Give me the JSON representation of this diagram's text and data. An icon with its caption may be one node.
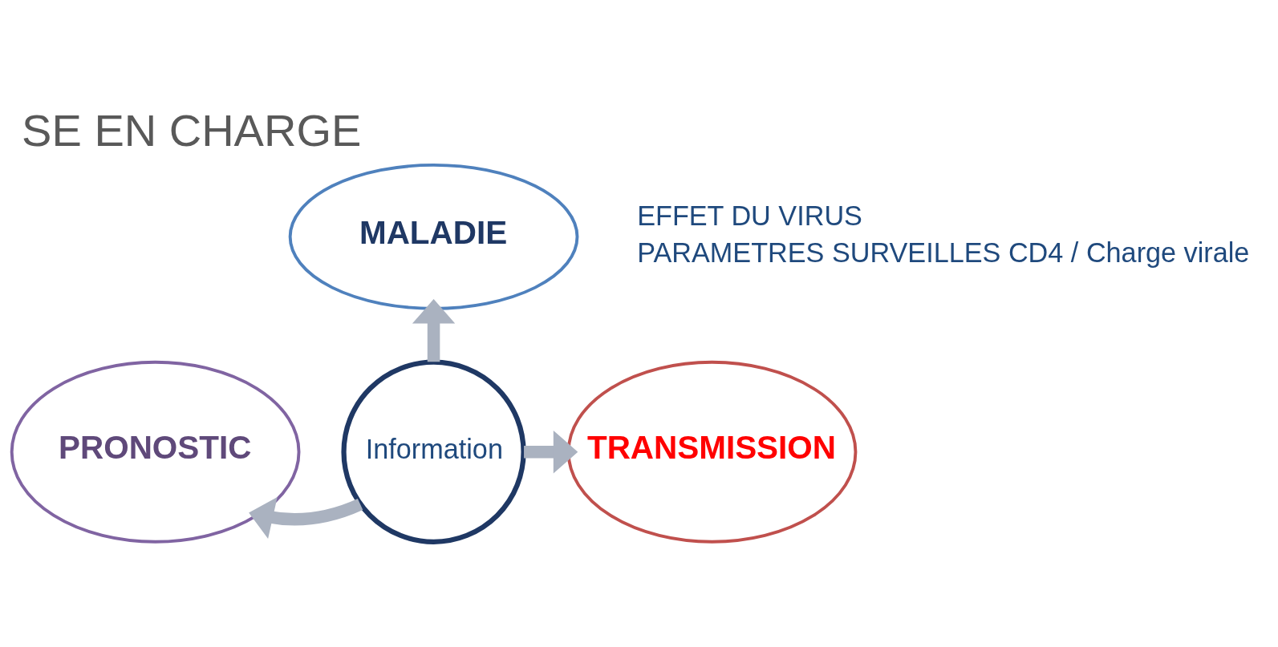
{
  "diagram": {
    "title": "SE EN CHARGE",
    "nodes": [
      {
        "text": [
          "MALADIE"
        ],
        "beside": [
          "EFFET DU VIRUS",
          "PARAMETRES SURVEILLES CD4 / Charge virale"
        ]
      },
      {
        "text": [
          "PRONOSTIC"
        ]
      },
      {
        "text": [
          "Information"
        ]
      },
      {
        "text": [
          "TRANSMISSION"
        ]
      }
    ],
    "edges": [
      {
        "from": 2,
        "to": 0,
        "arrow": "to"
      },
      {
        "from": 2,
        "to": 1,
        "arrow": "to"
      },
      {
        "from": 2,
        "to": 3,
        "arrow": "to"
      }
    ]
  }
}
